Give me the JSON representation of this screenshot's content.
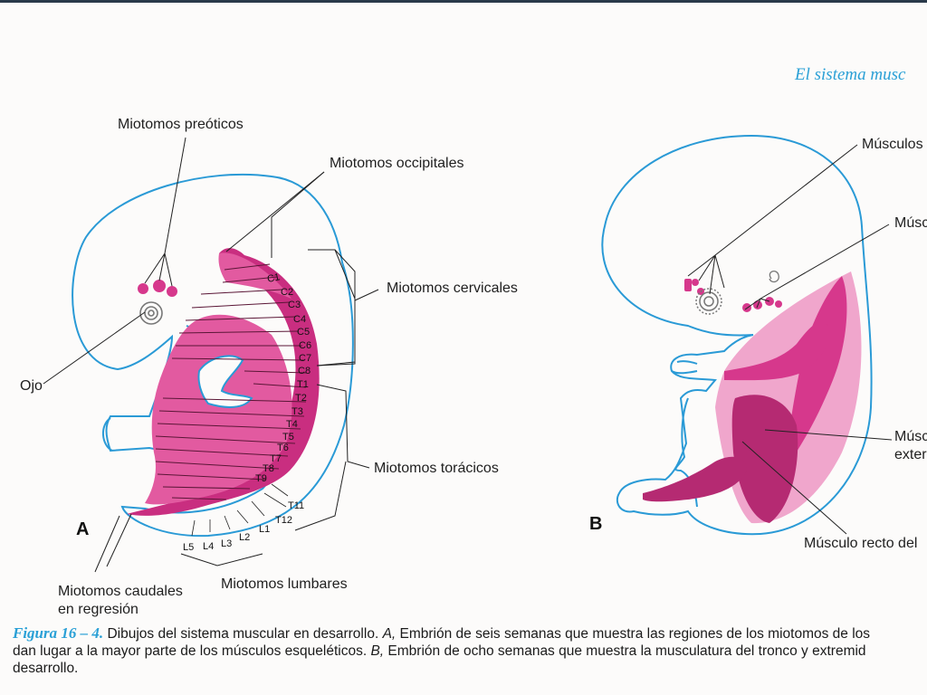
{
  "header": {
    "title": "El sistema musc"
  },
  "panel_a": {
    "letter": "A",
    "labels": {
      "preoticos": "Miotomos preóticos",
      "occipitales": "Miotomos occipitales",
      "cervicales": "Miotomos cervicales",
      "ojo": "Ojo",
      "toracicos": "Miotomos torácicos",
      "caudales_1": "Miotomos caudales",
      "caudales_2": "en regresión",
      "lumbares": "Miotomos lumbares"
    },
    "segments": {
      "cervical": [
        "C1",
        "C2",
        "C3",
        "C4",
        "C5",
        "C6",
        "C7",
        "C8"
      ],
      "thoracic": [
        "T1",
        "T2",
        "T3",
        "T4",
        "T5",
        "T6",
        "T7",
        "T8",
        "T9"
      ],
      "thoracic_low": [
        "T11",
        "T12"
      ],
      "lumbar": [
        "L5",
        "L4",
        "L3",
        "L2",
        "L1"
      ]
    }
  },
  "panel_b": {
    "letter": "B",
    "labels": {
      "musculos_1": "Músculos",
      "musculos_2": "Músc",
      "musculos_3a": "Músc",
      "musculos_3b": "exter",
      "recto": "Músculo recto del"
    }
  },
  "caption": {
    "fig": "Figura 16 – 4.",
    "line1_a": " Dibujos del sistema muscular en desarrollo. ",
    "line1_A": "A,",
    "line1_b": " Embrión de seis semanas que muestra las regiones de los miotomos de los",
    "line2_a": "dan lugar a la mayor parte de los músculos esqueléticos. ",
    "line2_B": "B,",
    "line2_b": " Embrión de ocho semanas que muestra la musculatura del tronco y extremid",
    "line3": "desarrollo."
  },
  "colors": {
    "outline": "#2a9ad6",
    "muscle": "#d6388c",
    "muscle_light": "#f0a6cc",
    "muscle_dark": "#b52a72"
  }
}
